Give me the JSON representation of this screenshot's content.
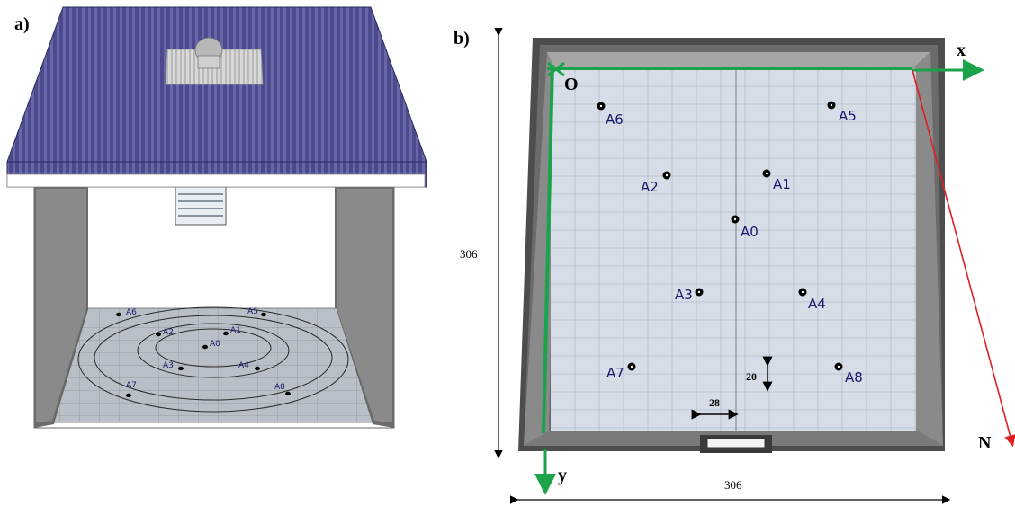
{
  "panel_a": {
    "label": "a)"
  },
  "panel_b": {
    "label": "b)"
  },
  "points": [
    {
      "id": "A0",
      "label": "A0"
    },
    {
      "id": "A1",
      "label": "A1"
    },
    {
      "id": "A2",
      "label": "A2"
    },
    {
      "id": "A3",
      "label": "A3"
    },
    {
      "id": "A4",
      "label": "A4"
    },
    {
      "id": "A5",
      "label": "A5"
    },
    {
      "id": "A6",
      "label": "A6"
    },
    {
      "id": "A7",
      "label": "A7"
    },
    {
      "id": "A8",
      "label": "A8"
    }
  ],
  "axes": {
    "x": "x",
    "y": "y",
    "north": "N",
    "origin": "O"
  },
  "dimensions": {
    "height": "306",
    "width": "306",
    "grid_x_spacing": "28",
    "grid_y_spacing": "20"
  },
  "colors": {
    "roof": "#4b4a8c",
    "floor": "#d9dee5",
    "wall": "#5a5a5a",
    "axis_green": "#1aa34a",
    "north_red": "#e02020",
    "label_navy": "#1a1a6e"
  }
}
